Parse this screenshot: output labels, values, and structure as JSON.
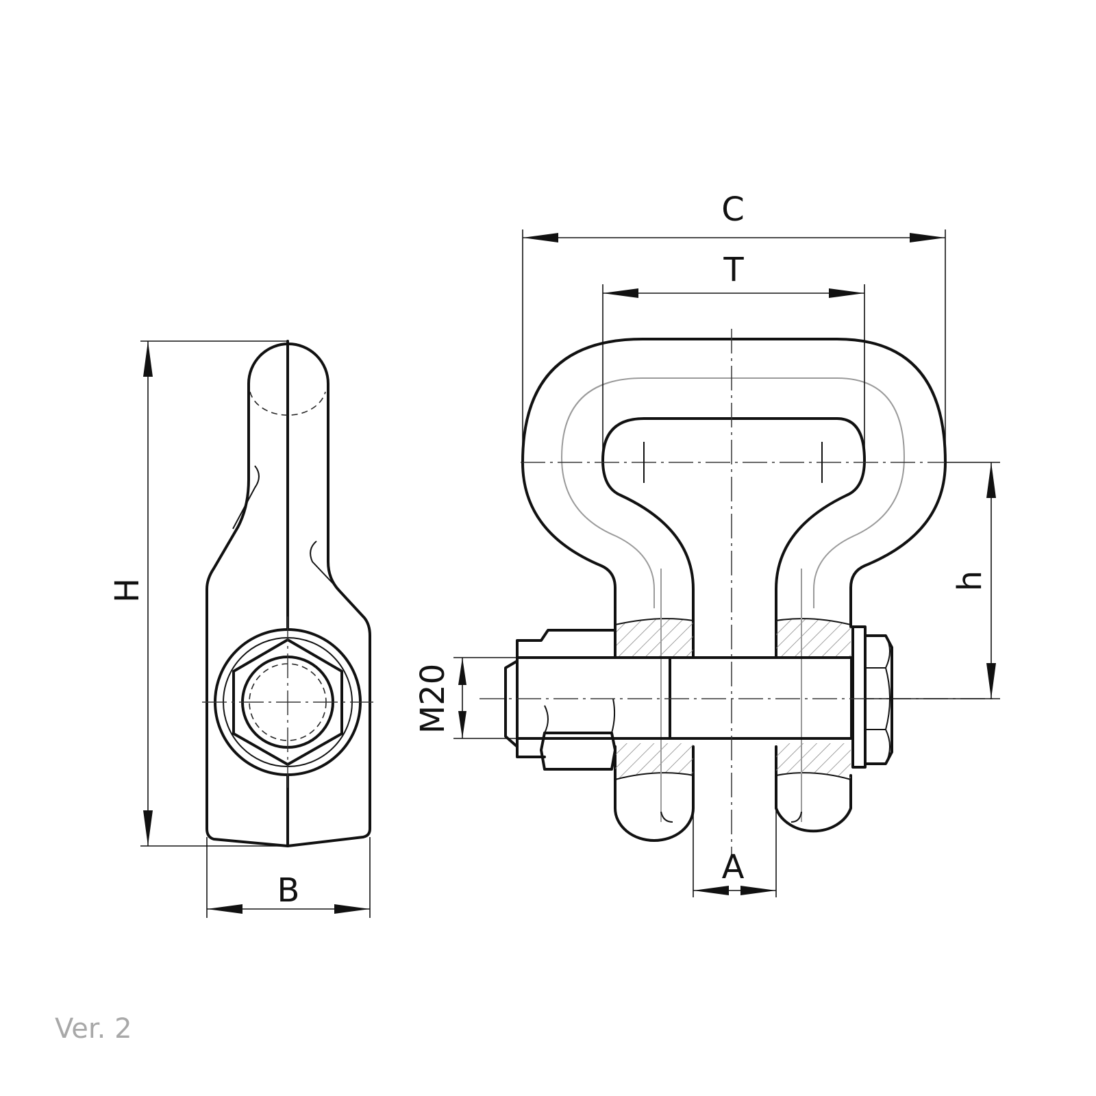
{
  "dimension_labels": {
    "overall_width": "C",
    "inner_width": "T",
    "overall_height": "H",
    "body_width": "B",
    "jaw_opening": "A",
    "pin_axis_height": "h",
    "thread_size": "M20"
  },
  "version_label": "Ver. 2"
}
